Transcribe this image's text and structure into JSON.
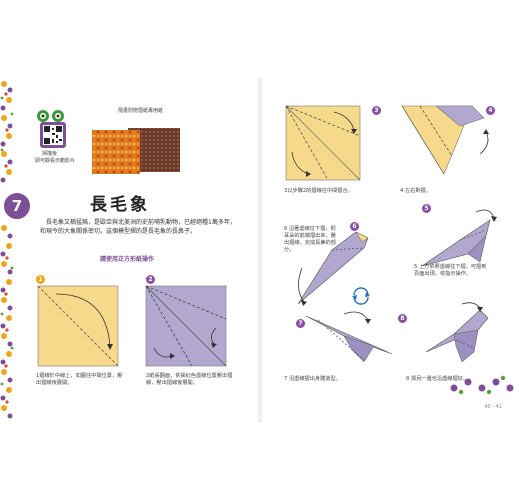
{
  "left_page": {
    "qr_caption": [
      "掃描後",
      "即可觀看示範影片"
    ],
    "paper_note": "隨書附贈摺紙專用紙",
    "chapter_number": "7",
    "title": "長毛象",
    "intro": "長毛象又稱猛獁，是歐亞與北美洲的史前哺乳動物，已經絕種1萬多年，和現今的大象關係密切，這個模型摺的是長毛象的長鼻子。",
    "subhead": "請使用正方形紙操作",
    "steps": [
      {
        "num": "1",
        "caption": "1摺線於中線上，如圖往中間位置，壓出摺線後展開。"
      },
      {
        "num": "2",
        "caption": "2紙張翻面，依據紅色虛線位置壓出摺線，壓出摺線後展開。"
      }
    ]
  },
  "right_page": {
    "steps": [
      {
        "num": "3",
        "caption": "3以步驟2的摺線往中間摺合。"
      },
      {
        "num": "4",
        "caption": "4 左右對摺。"
      },
      {
        "num": "5",
        "caption": "5 上方依照虛線往下摺，可摺到頁面出現，依指示操作。"
      },
      {
        "num": "6",
        "caption": "6 沿著虛線往下摺，把耳朵的前端摺出來，壓出摺線，完成長鼻的部分。"
      },
      {
        "num": "7",
        "caption": "7 沿虛線摺出身體造型。"
      },
      {
        "num": "8",
        "caption": "8 與另一邊也沿虛線摺好。"
      }
    ],
    "page_numbers": "40 · 41"
  },
  "colors": {
    "yellow_paper": "#f6d98a",
    "purple_paper": "#b2a7cf",
    "accent_purple": "#7d4f96",
    "step_yellow": "#e9a81b"
  }
}
